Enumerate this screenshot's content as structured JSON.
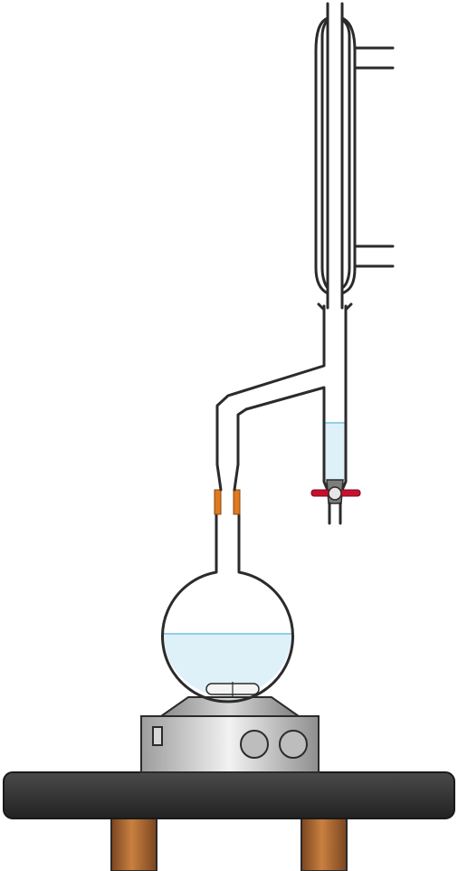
{
  "scene": {
    "description_free": true,
    "apparatus": [
      "dean-stark-trap",
      "reflux-condenser",
      "round-bottom-flask",
      "hotplate-stirrer",
      "stir-bar",
      "stopcock",
      "lab-bench"
    ]
  },
  "colors": {
    "glass_outline": "#2b2b2b",
    "liquid_fill": "#dff1f8",
    "liquid_surface": "#8fd0e6",
    "clip_orange": "#e07a1f",
    "stopcock_red": "#c8102e",
    "hotplate_top": "#9a9a9a",
    "hotplate_body": "#c8c8c8",
    "bench_top": "#2f2f2f",
    "bench_leg": "#a8642e"
  }
}
